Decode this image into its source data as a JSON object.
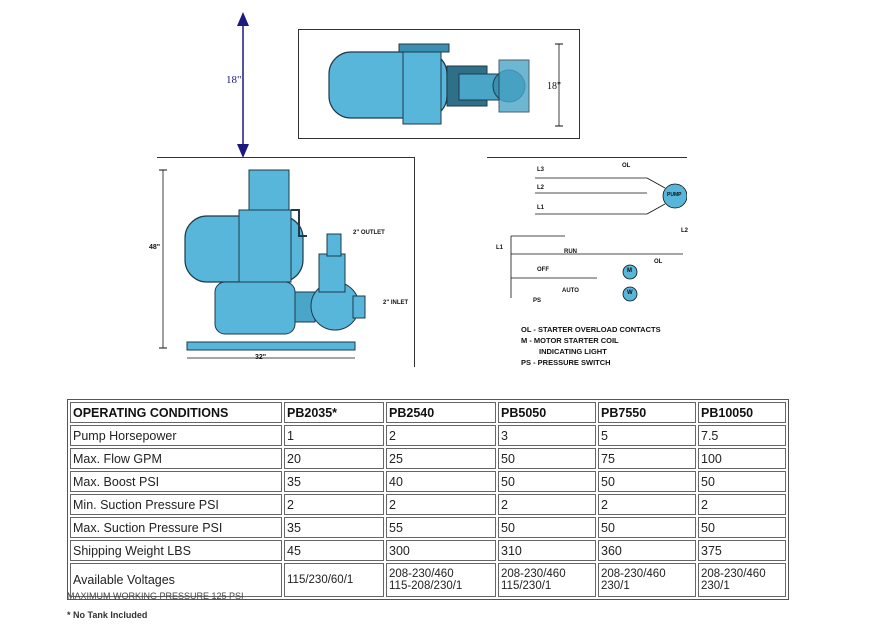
{
  "dimensions": {
    "height_arrow": "18\"",
    "top_view_width": "18\"",
    "side_height": "48\"",
    "side_width": "32\"",
    "outlet": "2\" OUTLET",
    "inlet": "2\" INLET"
  },
  "wiring": {
    "lines": [
      "L3",
      "L2",
      "L1"
    ],
    "line_left": "L1",
    "line_right": "L2",
    "contact_label": "OL",
    "pump": "PUMP",
    "run": "RUN",
    "off": "OFF",
    "auto": "AUTO",
    "ps": "PS",
    "coil_m": "M",
    "light_w": "W",
    "ol2": "OL"
  },
  "legend": [
    "OL - STARTER OVERLOAD CONTACTS",
    "M  - MOTOR STARTER COIL",
    "INDICATING LIGHT",
    "PS - PRESSURE SWITCH"
  ],
  "table": {
    "headers": [
      "OPERATING CONDITIONS",
      "PB2035*",
      "PB2540",
      "PB5050",
      "PB7550",
      "PB10050"
    ],
    "rows": [
      [
        "Pump Horsepower",
        "1",
        "2",
        "3",
        "5",
        "7.5"
      ],
      [
        "Max. Flow GPM",
        "20",
        "25",
        "50",
        "75",
        "100"
      ],
      [
        "Max. Boost PSI",
        "35",
        "40",
        "50",
        "50",
        "50"
      ],
      [
        "Min. Suction Pressure PSI",
        "2",
        "2",
        "2",
        "2",
        "2"
      ],
      [
        "Max. Suction Pressure PSI",
        "35",
        "55",
        "50",
        "50",
        "50"
      ],
      [
        "Shipping Weight LBS",
        "45",
        "300",
        "310",
        "360",
        "375"
      ]
    ],
    "voltages_label": "Available Voltages",
    "voltages": [
      [
        "115/230/60/1"
      ],
      [
        "208-230/460",
        "115-208/230/1"
      ],
      [
        "208-230/460",
        "115/230/1"
      ],
      [
        "208-230/460",
        "230/1"
      ],
      [
        "208-230/460",
        "230/1"
      ]
    ]
  },
  "notes": {
    "max_pressure": "MAXIMUM WORKING PRESSURE 125 PSI",
    "no_tank": "* No Tank Included"
  }
}
